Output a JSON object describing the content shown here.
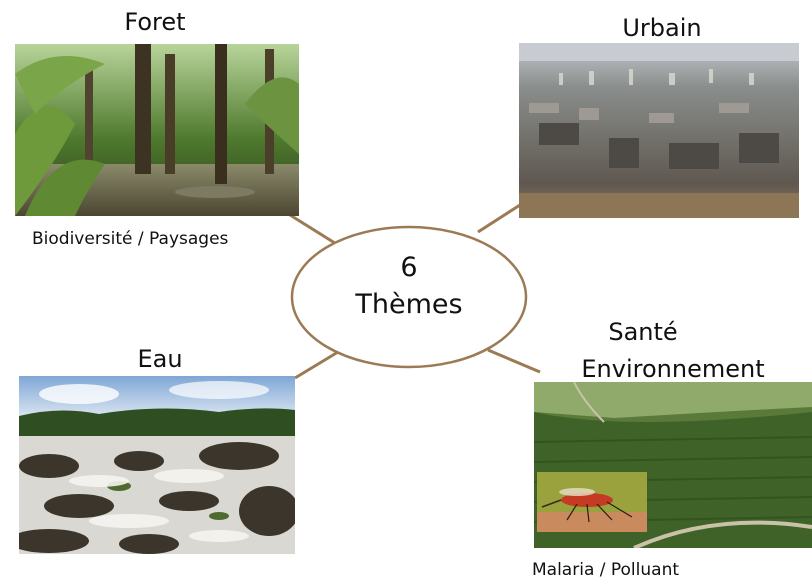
{
  "center": {
    "number": "6",
    "label": "Thèmes"
  },
  "themes": {
    "foret": {
      "title": "Foret",
      "caption": "Biodiversité / Paysages"
    },
    "urbain": {
      "title": "Urbain"
    },
    "eau": {
      "title": "Eau"
    },
    "sante": {
      "title_line1": "Santé",
      "title_line2": "Environnement",
      "caption": "Malaria  / Polluant"
    }
  },
  "colors": {
    "connector": "#9b7a55",
    "ellipse_stroke": "#9b7a55"
  }
}
